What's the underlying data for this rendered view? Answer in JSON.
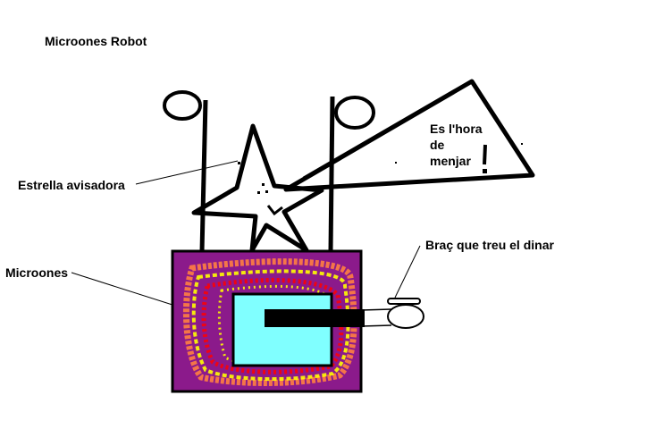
{
  "title": "Microones Robot",
  "labels": {
    "star": "Estrella  avisadora",
    "microwave": "Microones",
    "arm": "Braç que treu el dinar"
  },
  "speech_bubble": {
    "lines": [
      "Es l'hora",
      "de",
      "menjar"
    ]
  },
  "colors": {
    "outline": "#000000",
    "microwave_body": "#8b1a8b",
    "window": "#80ffff",
    "swirl_orange": "#ff8040",
    "swirl_yellow": "#ffff00",
    "swirl_red": "#ff0000",
    "door_handle": "#000000"
  }
}
